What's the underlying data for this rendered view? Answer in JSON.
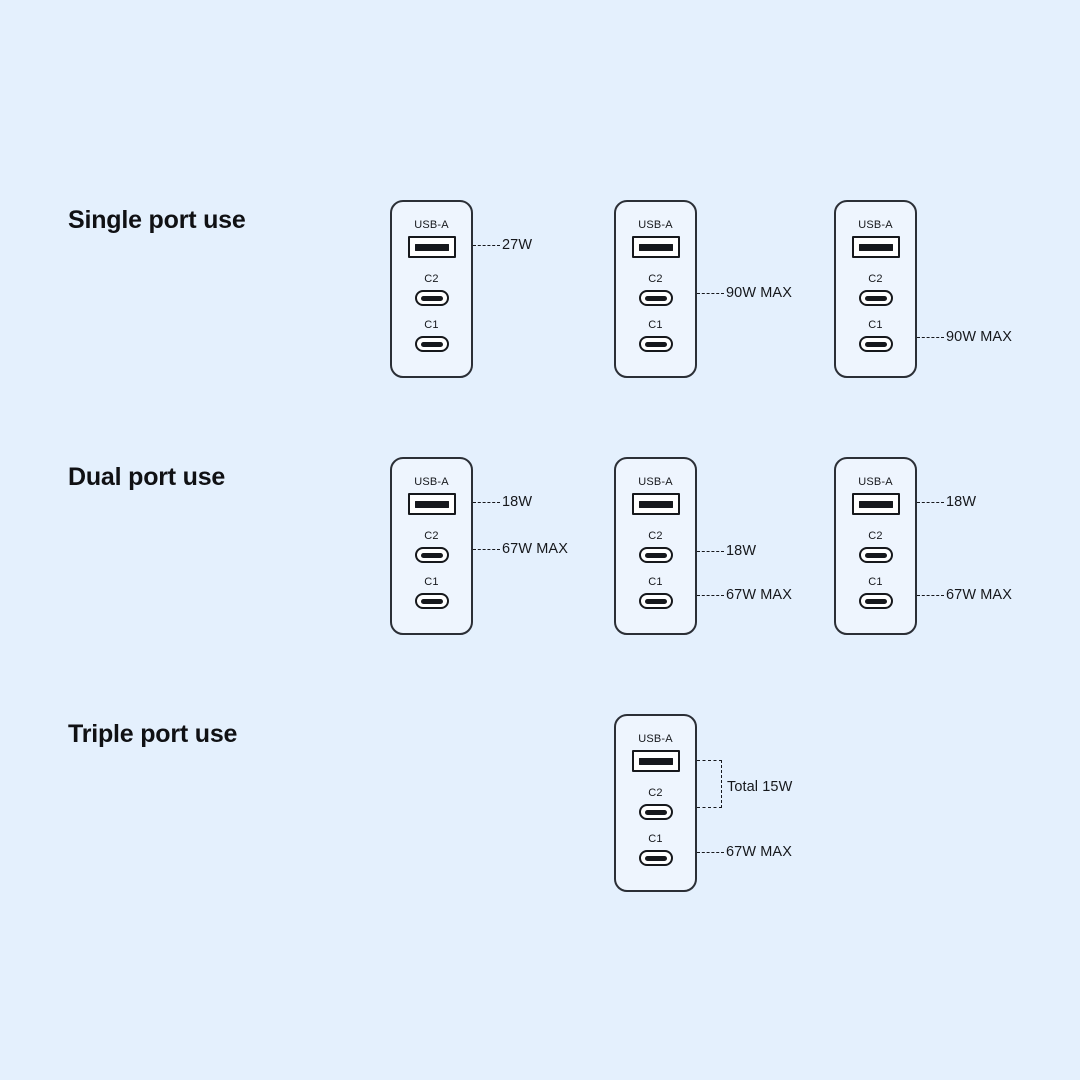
{
  "page": {
    "background_color": "#e4f0fd",
    "ink_color": "#16181c",
    "device_fill_color": "#eef5fe"
  },
  "port_names": {
    "usb_a": "USB-A",
    "c2": "C2",
    "c1": "C1"
  },
  "sections": [
    {
      "id": "single-port-use",
      "title": "Single port use",
      "devices": [
        {
          "id": "single-usb-a",
          "labels": [
            {
              "text": "27W",
              "port": "usb-a"
            }
          ]
        },
        {
          "id": "single-c2",
          "labels": [
            {
              "text": "90W MAX",
              "port": "c2"
            }
          ]
        },
        {
          "id": "single-c1",
          "labels": [
            {
              "text": "90W MAX",
              "port": "c1"
            }
          ]
        }
      ]
    },
    {
      "id": "dual-port-use",
      "title": "Dual port use",
      "devices": [
        {
          "id": "dual-usba-c2",
          "labels": [
            {
              "text": "18W",
              "port": "usb-a"
            },
            {
              "text": "67W MAX",
              "port": "c2"
            }
          ]
        },
        {
          "id": "dual-c2-c1",
          "labels": [
            {
              "text": "18W",
              "port": "c2"
            },
            {
              "text": "67W MAX",
              "port": "c1"
            }
          ]
        },
        {
          "id": "dual-usba-c1",
          "labels": [
            {
              "text": "18W",
              "port": "usb-a"
            },
            {
              "text": "67W MAX",
              "port": "c1"
            }
          ]
        }
      ]
    },
    {
      "id": "triple-port-use",
      "title": "Triple port use",
      "devices": [
        {
          "id": "triple-all",
          "labels": [
            {
              "text": "Total 15W",
              "port": "usb-a+c2",
              "style": "bracket"
            },
            {
              "text": "67W MAX",
              "port": "c1"
            }
          ]
        }
      ]
    }
  ]
}
